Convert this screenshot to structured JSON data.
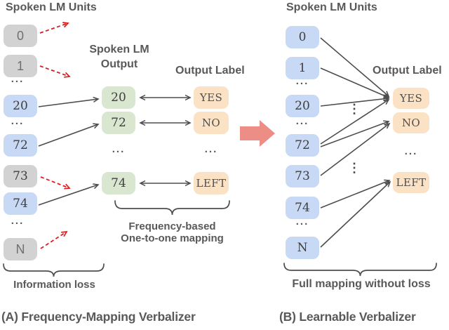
{
  "figure": {
    "ellipsis": "...",
    "v_ellipsis": "⋮"
  },
  "colors": {
    "unit_gray": "#d2d2d2",
    "unit_blue": "#c7d9f4",
    "output_green": "#d9e7d1",
    "label_orange": "#fbe2c5",
    "arrow_dark": "#4d4d4d",
    "loss_arrow_red": "#dd1d1d",
    "transition_arrow_pink": "#ec8d86",
    "text_gray": "#595959"
  },
  "panel_a": {
    "title": "Spoken LM Units",
    "mid_header": {
      "line1": "Spoken LM",
      "line2": "Output"
    },
    "label_header": "Output Label",
    "units": [
      {
        "label": "0"
      },
      {
        "label": "1"
      },
      {
        "label": "20"
      },
      {
        "label": "72"
      },
      {
        "label": "73"
      },
      {
        "label": "74"
      },
      {
        "label": "N"
      }
    ],
    "outputs": [
      {
        "label": "20"
      },
      {
        "label": "72"
      },
      {
        "label": "74"
      }
    ],
    "labels": [
      {
        "label": "YES"
      },
      {
        "label": "NO"
      },
      {
        "label": "LEFT"
      }
    ],
    "lost_units": [
      "0",
      "1",
      "73",
      "N"
    ],
    "mappings": [
      {
        "unit": "20",
        "output": "20",
        "label": "YES"
      },
      {
        "unit": "72",
        "output": "72",
        "label": "NO"
      },
      {
        "unit": "74",
        "output": "74",
        "label": "LEFT"
      }
    ],
    "notes": {
      "information_loss": "Information loss",
      "mapping_line1": "Frequency-based",
      "mapping_line2": "One-to-one mapping"
    },
    "caption": "(A) Frequency-Mapping Verbalizer"
  },
  "panel_b": {
    "title": "Spoken LM Units",
    "label_header": "Output Label",
    "units": [
      {
        "label": "0"
      },
      {
        "label": "1"
      },
      {
        "label": "20"
      },
      {
        "label": "72"
      },
      {
        "label": "73"
      },
      {
        "label": "74"
      },
      {
        "label": "N"
      }
    ],
    "labels": [
      {
        "label": "YES"
      },
      {
        "label": "NO"
      },
      {
        "label": "LEFT"
      }
    ],
    "mappings": [
      {
        "unit": "0",
        "label": "YES"
      },
      {
        "unit": "1",
        "label": "YES"
      },
      {
        "unit": "20",
        "label": "YES"
      },
      {
        "unit": "72",
        "label": "YES"
      },
      {
        "unit": "72",
        "label": "NO"
      },
      {
        "unit": "73",
        "label": "NO"
      },
      {
        "unit": "74",
        "label": "LEFT"
      },
      {
        "unit": "N",
        "label": "LEFT"
      }
    ],
    "note": "Full mapping without loss",
    "caption": "(B) Learnable Verbalizer"
  }
}
